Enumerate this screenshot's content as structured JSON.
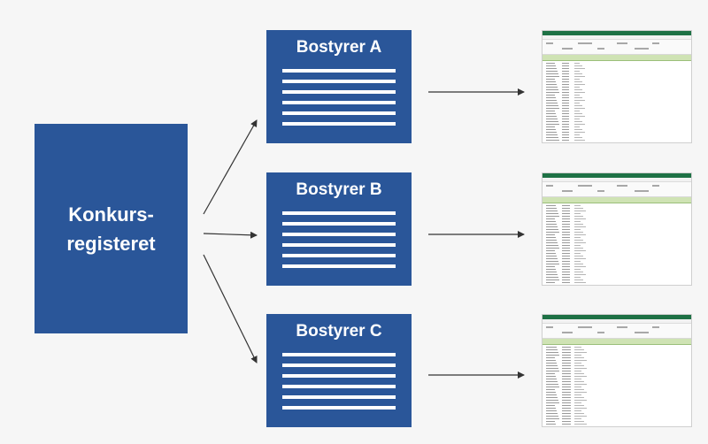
{
  "source": {
    "label": "Konkurs-\nregisteret"
  },
  "trustees": [
    {
      "label": "Bostyrer A"
    },
    {
      "label": "Bostyrer B"
    },
    {
      "label": "Bostyrer C"
    }
  ],
  "colors": {
    "box_fill": "#2a5699",
    "box_text": "#ffffff",
    "arrow": "#333333",
    "background": "#f6f6f6",
    "spreadsheet_accent": "#1e7145"
  },
  "icons": {
    "document_lines": "document-lines-icon",
    "spreadsheet": "spreadsheet-thumbnail"
  }
}
